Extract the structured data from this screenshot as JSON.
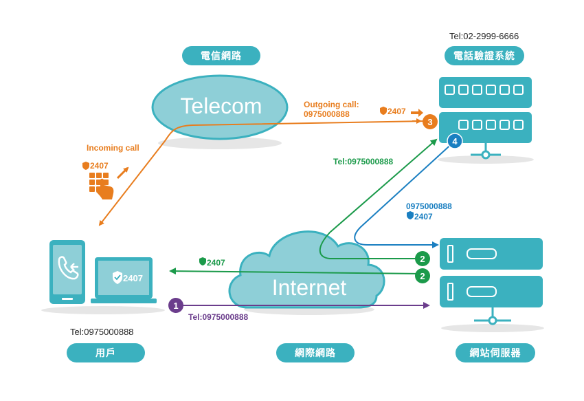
{
  "labels": {
    "telecom_network": "電信網路",
    "internet_network": "網際網路",
    "user": "用戶",
    "phone_verification_system": "電話驗證系統",
    "web_server": "網站伺服器",
    "telecom_cloud_text": "Telecom",
    "internet_cloud_text": "Internet",
    "system_tel": "Tel:02-2999-6666",
    "user_tel": "Tel:0975000888"
  },
  "annotations": {
    "incoming_call": "Incoming call",
    "outgoing_call_line1": "Outgoing call:",
    "outgoing_call_line2": "0975000888",
    "code_orange_left": "2407",
    "code_orange_right": "2407",
    "code_green": "2407",
    "code_blue": "2407",
    "laptop_code": "2407",
    "green_tel": "Tel:0975000888",
    "blue_number": "0975000888",
    "purple_tel": "Tel:0975000888"
  },
  "steps": {
    "s1": "1",
    "s2a": "2",
    "s2b": "2",
    "s3": "3",
    "s4": "4"
  },
  "colors": {
    "teal": "#3bb1bf",
    "teal_light": "#8ecfd7",
    "orange": "#e87d1e",
    "green": "#1b9a4a",
    "blue": "#1a7fc1",
    "purple": "#6b3d8c"
  }
}
